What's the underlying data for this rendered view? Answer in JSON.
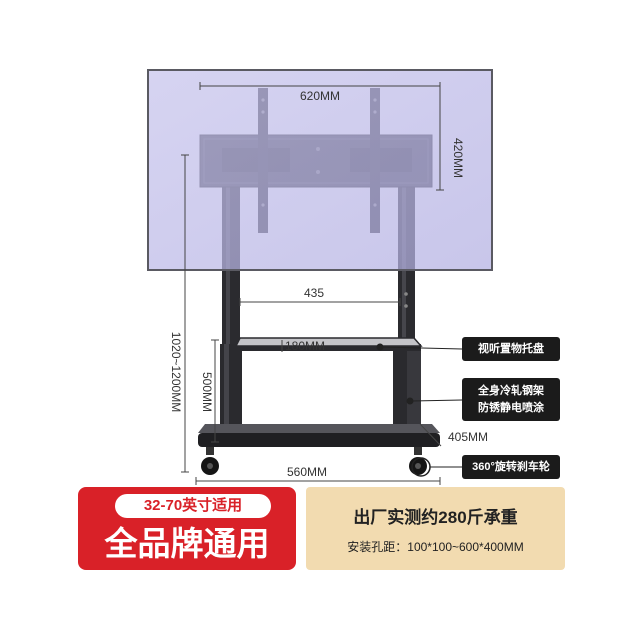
{
  "product": {
    "dimensions": {
      "screen_width": "620MM",
      "screen_height": "420MM",
      "pillar_spacing": "435",
      "total_height": "1020~1200MM",
      "tray": "180MM",
      "lower_height": "500MM",
      "base_depth": "405MM",
      "base_width": "560MM"
    },
    "callouts": [
      {
        "lines": [
          "视听置物托盘"
        ]
      },
      {
        "lines": [
          "全身冷轧钢架",
          "防锈静电喷涂"
        ]
      },
      {
        "lines": [
          "360°旋转刹车轮"
        ]
      }
    ]
  },
  "banner_left": {
    "size_range": "32-70英寸适用",
    "headline": "全品牌通用"
  },
  "banner_right": {
    "load": "出厂实测约280斤承重",
    "mounting": "安装孔距：100*100~600*400MM"
  },
  "colors": {
    "accent_red": "#d92128",
    "beige": "#f2dbb0",
    "screen": "#cfcdee",
    "steel": "#2b2b2f"
  }
}
